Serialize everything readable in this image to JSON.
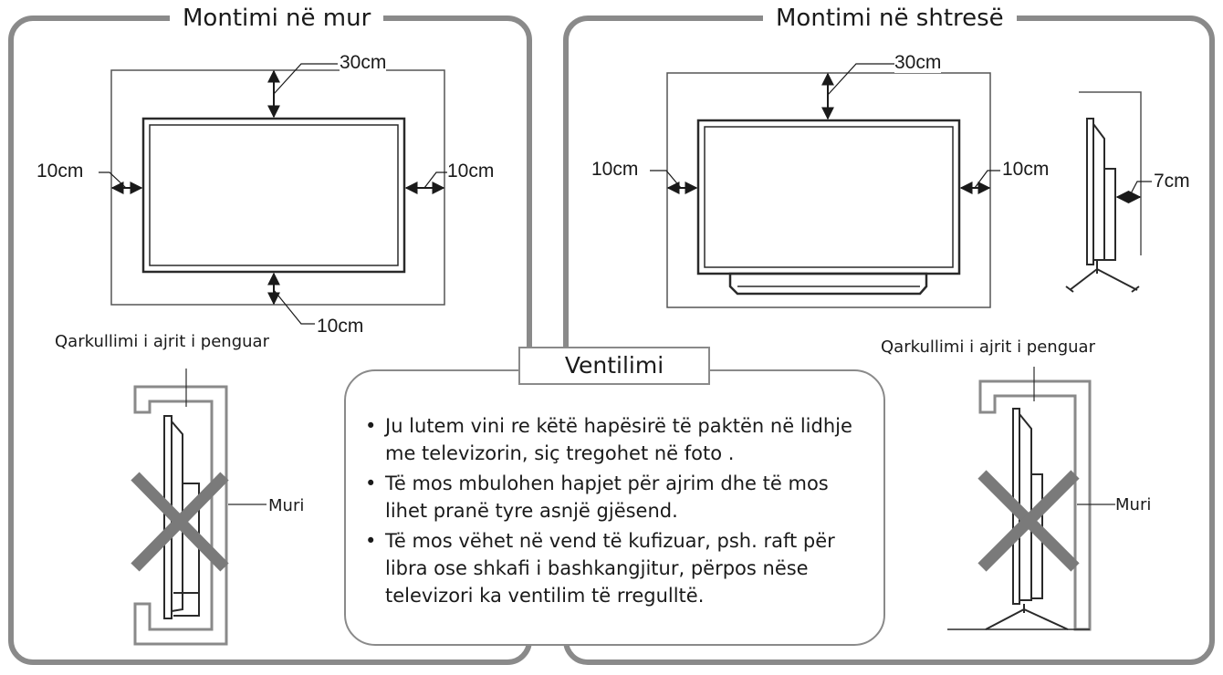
{
  "wall_panel": {
    "title": "Montimi në mur",
    "dim_top": "30cm",
    "dim_left": "10cm",
    "dim_right": "10cm",
    "dim_bottom": "10cm",
    "airflow_label": "Qarkullimi i ajrit i penguar",
    "wall_label": "Muri"
  },
  "stand_panel": {
    "title": "Montimi në shtresë",
    "dim_top": "30cm",
    "dim_left": "10cm",
    "dim_right": "10cm",
    "dim_side": "7cm",
    "airflow_label": "Qarkullimi i ajrit i penguar",
    "wall_label": "Muri"
  },
  "ventilation": {
    "title": "Ventilimi",
    "bullets": [
      "Ju lutem vini re këtë hapësirë të paktën në lidhje me televizorin, siç tregohet në foto .",
      "Të mos mbulohen hapjet për ajrim dhe të mos lihet pranë tyre asnjë gjësend.",
      "Të mos vëhet në vend të kufizuar, psh. raft për libra ose shkafi i bashkangjitur, përpos nëse televizori ka ventilim të rregulltë."
    ]
  },
  "colors": {
    "frame": "#8a8a8a",
    "cross": "#7a7a7a",
    "line": "#2a2a2a"
  }
}
